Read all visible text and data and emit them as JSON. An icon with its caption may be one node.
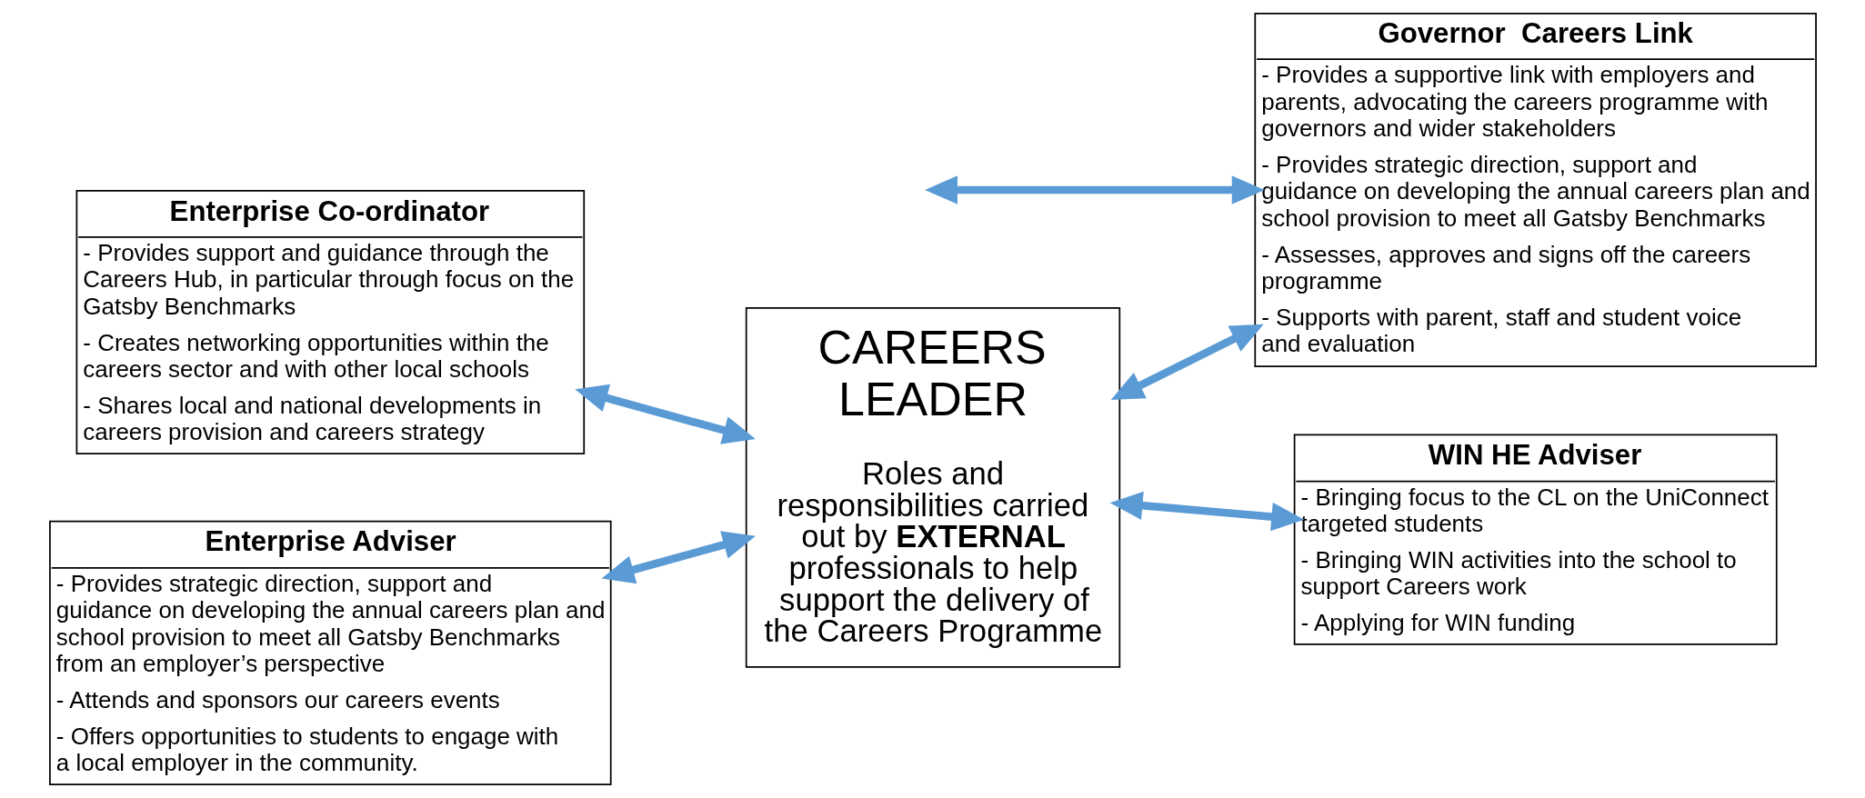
{
  "diagram": {
    "nodes": [
      {
        "text": [
          "CAREERS LEADER",
          "Roles and responsibilities carried out by **EXTERNAL** professionals to help support the delivery of the Careers Programme"
        ]
      },
      {
        "text": [
          "Enterprise Co-ordinator",
          "- Provides support and guidance through the Careers Hub, in particular through focus on the Gatsby Benchmarks",
          "- Creates networking opportunities within the careers sector and with other local schools",
          "- Shares local and national developments in careers provision and careers strategy"
        ]
      },
      {
        "text": [
          "Enterprise Adviser",
          "- Provides strategic direction, support and guidance on developing the annual careers plan and school provision to meet all Gatsby Benchmarks from an employer’s perspective",
          "- Attends and sponsors our careers events",
          "- Offers opportunities to students to engage with a local employer in the community."
        ]
      },
      {
        "text": [
          "Governor  Careers Link",
          "- Provides a supportive link with employers and parents, advocating the careers programme with governors and wider stakeholders",
          "- Provides strategic direction, support and guidance on developing the annual careers plan and school provision to meet all Gatsby Benchmarks",
          "- Assesses, approves and signs off the careers programme",
          "- Supports with parent, staff and student voice and evaluation"
        ]
      },
      {
        "text": [
          "WIN HE Adviser",
          "- Bringing focus to the CL on the UniConnect targeted students",
          "- Bringing WIN activities into the school to support Careers work",
          "- Applying for WIN funding"
        ]
      }
    ],
    "edges": [
      {
        "from": 1,
        "to": 0,
        "arrow": "both"
      },
      {
        "from": 2,
        "to": 0,
        "arrow": "both"
      },
      {
        "from": null,
        "to": 3,
        "arrow": "both"
      },
      {
        "from": 0,
        "to": 3,
        "arrow": "both"
      },
      {
        "from": 0,
        "to": 4,
        "arrow": "both"
      }
    ]
  }
}
